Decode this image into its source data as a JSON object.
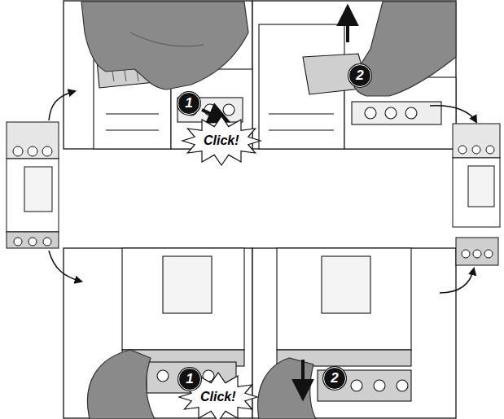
{
  "diagram": {
    "labels": [
      "1",
      "Click!",
      "2",
      "1",
      "Click!",
      "2"
    ]
  }
}
